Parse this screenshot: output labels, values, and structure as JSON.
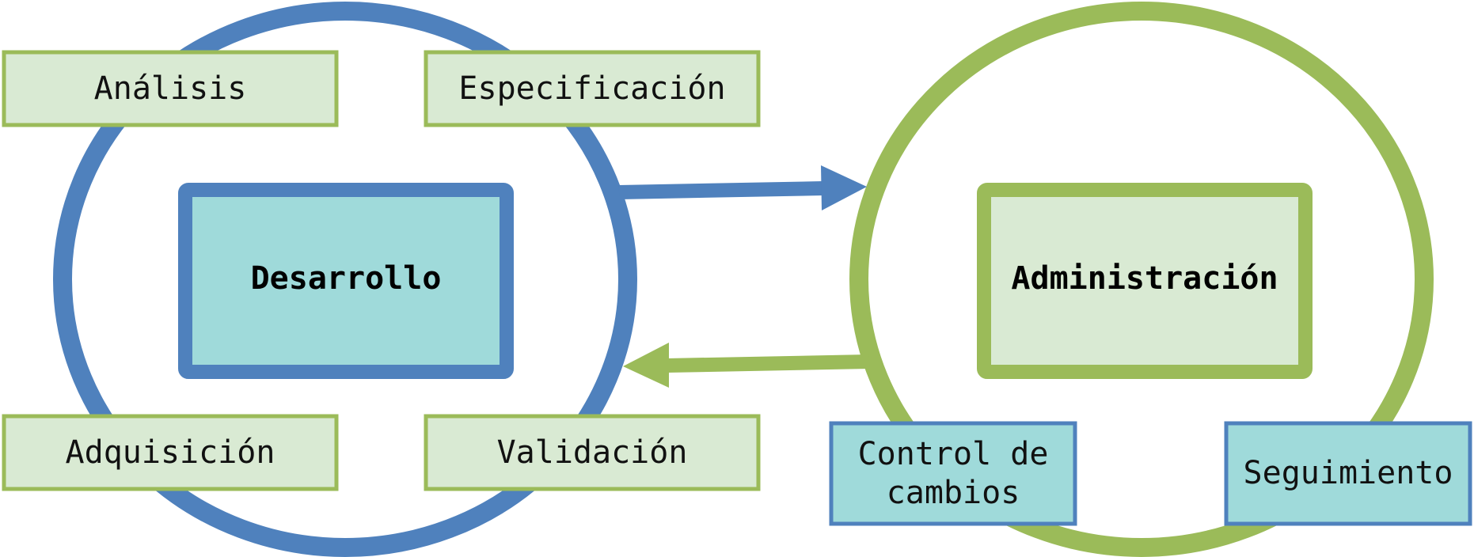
{
  "colors": {
    "blue": "#4f81bd",
    "green": "#9bbb59",
    "teal_fill": "#9fdada",
    "light_green_fill": "#d9ead3"
  },
  "development": {
    "title": "Desarrollo",
    "tasks": {
      "analysis": "Análisis",
      "specification": "Especificación",
      "acquisition": "Adquisición",
      "validation": "Validación"
    }
  },
  "administration": {
    "title": "Administración",
    "tasks": {
      "change_control_line1": "Control de",
      "change_control_line2": "cambios",
      "tracking": "Seguimiento"
    }
  }
}
